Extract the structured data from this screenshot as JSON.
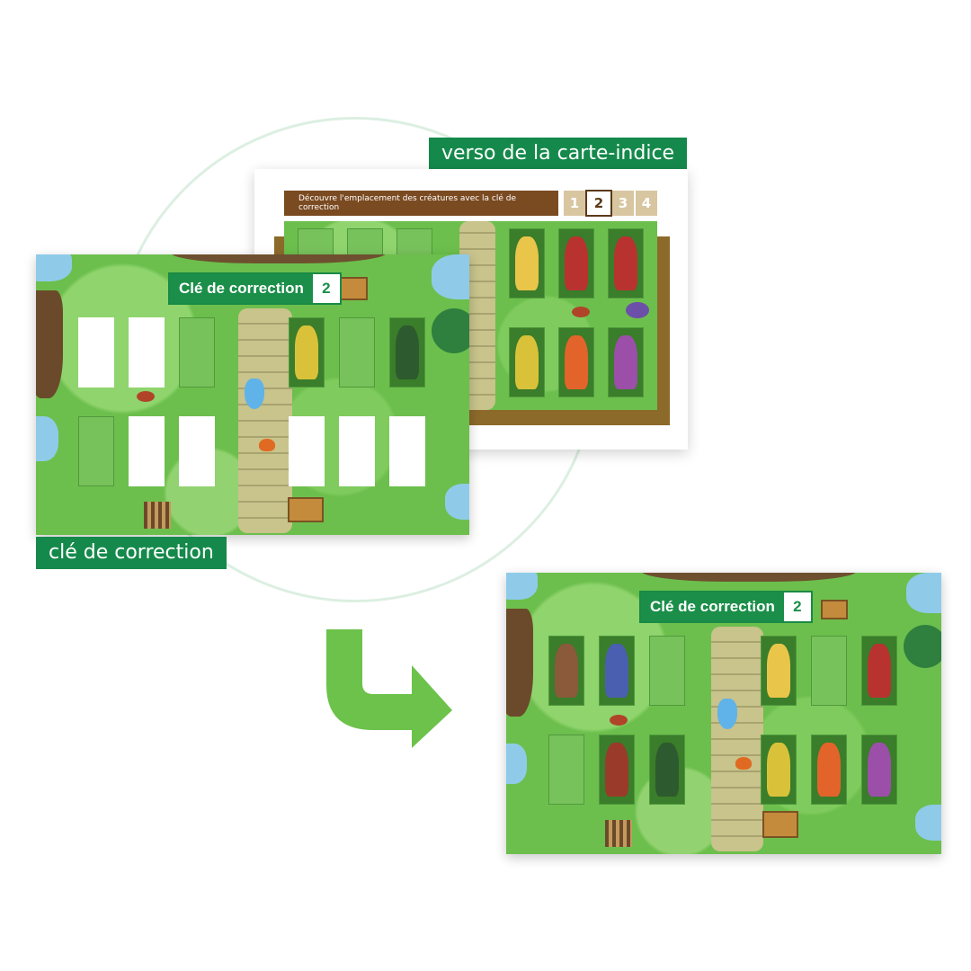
{
  "labels": {
    "verso": "verso de la carte-indice",
    "key": "clé de correction"
  },
  "clue_card": {
    "instruction": "Découvre l'emplacement des créatures avec la clé de correction",
    "steps": [
      {
        "n": "1",
        "active": false
      },
      {
        "n": "2",
        "active": true
      },
      {
        "n": "3",
        "active": false
      },
      {
        "n": "4",
        "active": false
      }
    ]
  },
  "key_card": {
    "title": "Clé de correction",
    "number": "2"
  },
  "result_board": {
    "title": "Clé de correction",
    "number": "2"
  },
  "colors": {
    "label_green": "#15894b",
    "arrow_green": "#6cc24a",
    "bar_brown": "#7a4a21",
    "step_inactive": "#d8c6a1"
  },
  "icons": [
    "arrow-turn-right-icon"
  ]
}
